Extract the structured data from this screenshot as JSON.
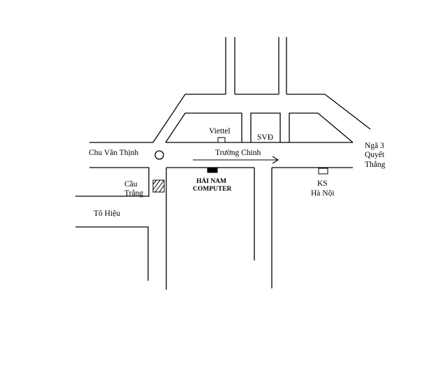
{
  "map": {
    "background": "#ffffff",
    "line_color": "#000000",
    "streets": {
      "chu_van_thinh": "Chu Văn Thịnh",
      "truong_chinh": "Trường Chinh",
      "to_hieu": "Tô Hiệu"
    },
    "places": {
      "viettel": "Viettel",
      "svd": "SVĐ",
      "cau_trang": [
        "Cầu",
        "Trắng"
      ],
      "ngo3_quyet_thang": [
        "Ngã 3",
        "Quyết",
        "Thắng"
      ],
      "ks_ha_noi": [
        "KS",
        "Hà Nội"
      ],
      "hai_nam_computer": [
        "HẢI NAM",
        "COMPUTER"
      ]
    },
    "icons": {
      "roundabout": "circle-icon",
      "direction_arrow": "arrow-right-icon",
      "building_marker": "rectangle-icon",
      "bridge": "hatched-bridge-icon"
    }
  }
}
